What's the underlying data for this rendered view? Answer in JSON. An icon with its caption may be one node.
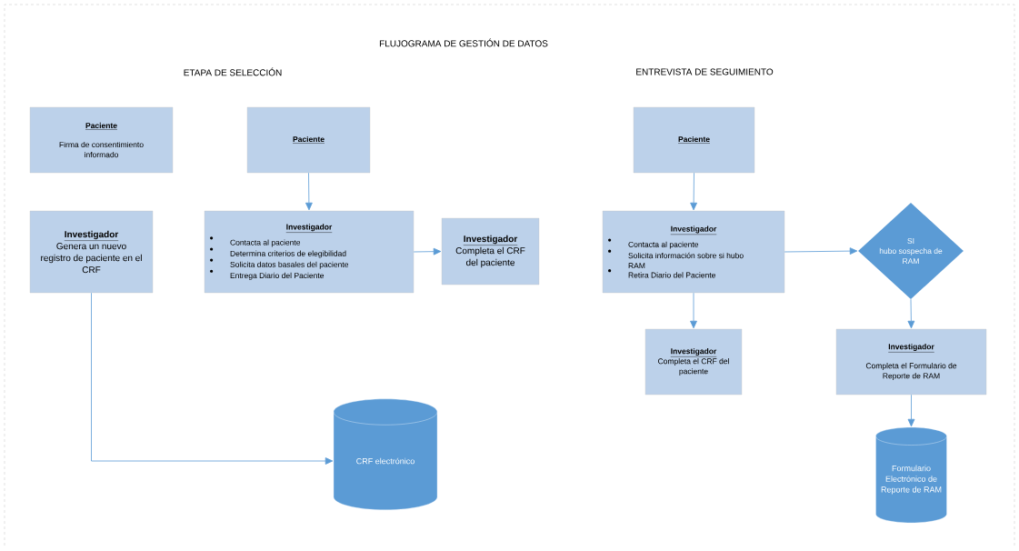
{
  "diagram": {
    "title": "FLUJOGRAMA DE GESTIÓN DE DATOS",
    "nodes": [
      {
        "text": [
          "Paciente",
          "Firma de consentimiento informado"
        ]
      },
      {
        "text": [
          "Investigador",
          "Genera un nuevo registro de paciente en el CRF"
        ]
      },
      {
        "text": [
          "Paciente"
        ]
      },
      {
        "text": [
          "Investigador",
          "Contacta al paciente",
          "Determina criterios de elegibilidad",
          "Solicita datos basales del paciente",
          "Entrega Diario del Paciente"
        ]
      },
      {
        "text": [
          "Investigador",
          "Completa el CRF del paciente"
        ]
      },
      {
        "text": [
          "CRF electrónico"
        ]
      },
      {
        "text": [
          "Paciente"
        ]
      },
      {
        "text": [
          "Investigador",
          "Contacta al paciente",
          "Solicita información sobre si hubo RAM",
          "Retira Diario del Paciente"
        ]
      },
      {
        "text": [
          "SI",
          "hubo sospecha de RAM"
        ]
      },
      {
        "text": [
          "Investigador",
          "Completa el CRF del paciente"
        ]
      },
      {
        "text": [
          "Investigador",
          "Completa el Formulario de Reporte de RAM"
        ]
      },
      {
        "text": [
          "Formulario Electrónico de Reporte de RAM"
        ]
      }
    ],
    "edges": [
      {
        "from": 2,
        "to": 3,
        "arrow": "to"
      },
      {
        "from": 3,
        "to": 4,
        "arrow": "to"
      },
      {
        "from": 1,
        "to": 5,
        "arrow": "to"
      },
      {
        "from": 6,
        "to": 7,
        "arrow": "to"
      },
      {
        "from": 7,
        "to": 8,
        "arrow": "to"
      },
      {
        "from": 7,
        "to": 9,
        "arrow": "to"
      },
      {
        "from": 8,
        "to": 10,
        "arrow": "to"
      },
      {
        "from": 10,
        "to": 11,
        "arrow": "to"
      }
    ],
    "labels": [
      "ETAPA DE SELECCIÓN",
      "ENTREVISTA DE SEGUIMIENTO"
    ]
  }
}
